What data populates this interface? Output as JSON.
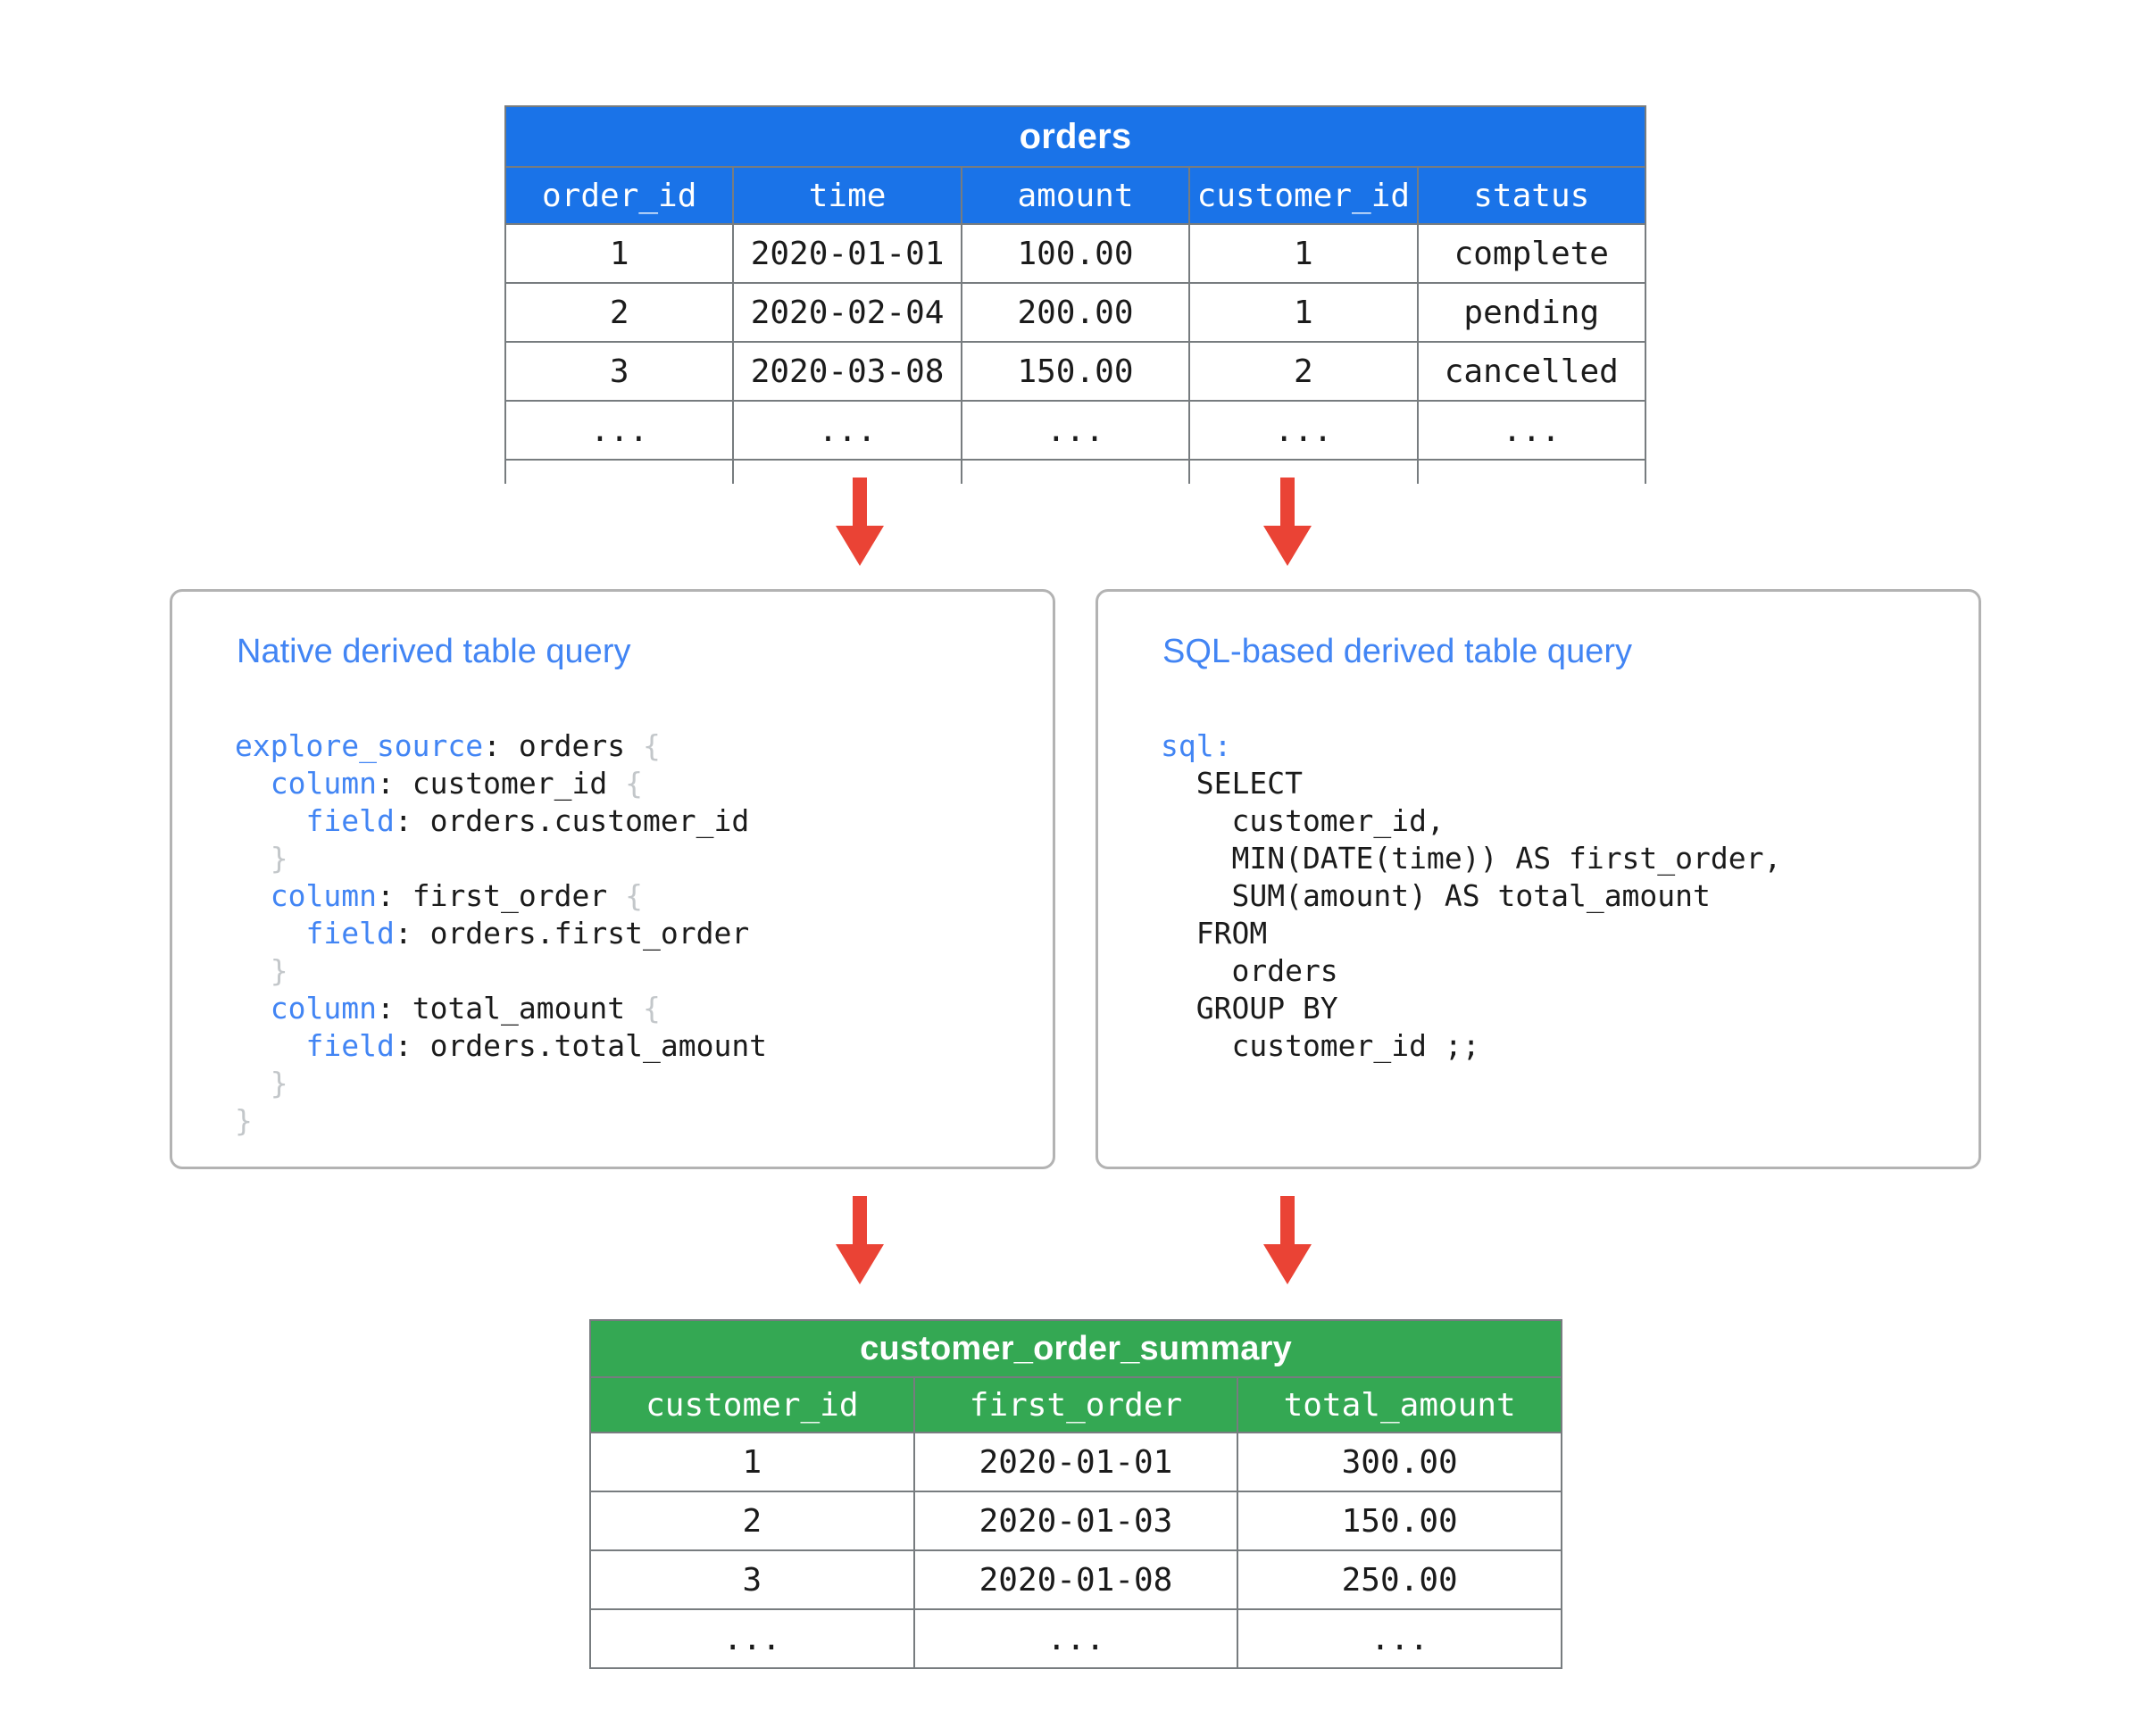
{
  "source_table": {
    "title": "orders",
    "header_color": "#1a73e8",
    "columns": [
      "order_id",
      "time",
      "amount",
      "customer_id",
      "status"
    ],
    "rows": [
      [
        "1",
        "2020-01-01",
        "100.00",
        "1",
        "complete"
      ],
      [
        "2",
        "2020-02-04",
        "200.00",
        "1",
        "pending"
      ],
      [
        "3",
        "2020-03-08",
        "150.00",
        "2",
        "cancelled"
      ],
      [
        "...",
        "...",
        "...",
        "...",
        "..."
      ]
    ]
  },
  "panels": {
    "native": {
      "title": "Native derived table query",
      "code_lines": [
        [
          {
            "t": "explore_source",
            "c": "kw"
          },
          {
            "t": ": orders ",
            "c": "pl"
          },
          {
            "t": "{",
            "c": "br"
          }
        ],
        [
          {
            "t": "  ",
            "c": "pl"
          },
          {
            "t": "column",
            "c": "kw"
          },
          {
            "t": ": customer_id ",
            "c": "pl"
          },
          {
            "t": "{",
            "c": "br"
          }
        ],
        [
          {
            "t": "    ",
            "c": "pl"
          },
          {
            "t": "field",
            "c": "kw"
          },
          {
            "t": ": orders.customer_id",
            "c": "pl"
          }
        ],
        [
          {
            "t": "  ",
            "c": "pl"
          },
          {
            "t": "}",
            "c": "br"
          }
        ],
        [
          {
            "t": "  ",
            "c": "pl"
          },
          {
            "t": "column",
            "c": "kw"
          },
          {
            "t": ": first_order ",
            "c": "pl"
          },
          {
            "t": "{",
            "c": "br"
          }
        ],
        [
          {
            "t": "    ",
            "c": "pl"
          },
          {
            "t": "field",
            "c": "kw"
          },
          {
            "t": ": orders.first_order",
            "c": "pl"
          }
        ],
        [
          {
            "t": "  ",
            "c": "pl"
          },
          {
            "t": "}",
            "c": "br"
          }
        ],
        [
          {
            "t": "  ",
            "c": "pl"
          },
          {
            "t": "column",
            "c": "kw"
          },
          {
            "t": ": total_amount ",
            "c": "pl"
          },
          {
            "t": "{",
            "c": "br"
          }
        ],
        [
          {
            "t": "    ",
            "c": "pl"
          },
          {
            "t": "field",
            "c": "kw"
          },
          {
            "t": ": orders.total_amount",
            "c": "pl"
          }
        ],
        [
          {
            "t": "  ",
            "c": "pl"
          },
          {
            "t": "}",
            "c": "br"
          }
        ],
        [
          {
            "t": "}",
            "c": "br"
          }
        ]
      ]
    },
    "sql": {
      "title": "SQL-based derived table query",
      "code_lines": [
        [
          {
            "t": "sql",
            "c": "kw"
          },
          {
            "t": ":",
            "c": "kw"
          }
        ],
        [
          {
            "t": "  SELECT",
            "c": "pl"
          }
        ],
        [
          {
            "t": "    customer_id,",
            "c": "pl"
          }
        ],
        [
          {
            "t": "    MIN(DATE(time)) AS first_order,",
            "c": "pl"
          }
        ],
        [
          {
            "t": "    SUM(amount) AS total_amount",
            "c": "pl"
          }
        ],
        [
          {
            "t": "  FROM",
            "c": "pl"
          }
        ],
        [
          {
            "t": "    orders",
            "c": "pl"
          }
        ],
        [
          {
            "t": "  GROUP BY",
            "c": "pl"
          }
        ],
        [
          {
            "t": "    customer_id ;;",
            "c": "pl"
          }
        ]
      ]
    }
  },
  "result_table": {
    "title": "customer_order_summary",
    "header_color": "#34a853",
    "columns": [
      "customer_id",
      "first_order",
      "total_amount"
    ],
    "rows": [
      [
        "1",
        "2020-01-01",
        "300.00"
      ],
      [
        "2",
        "2020-01-03",
        "150.00"
      ],
      [
        "3",
        "2020-01-08",
        "250.00"
      ],
      [
        "...",
        "...",
        "..."
      ]
    ]
  },
  "arrows": {
    "color": "#EA4335",
    "items": [
      {
        "name": "orders-to-native",
        "direction": "down"
      },
      {
        "name": "orders-to-sql",
        "direction": "down"
      },
      {
        "name": "native-to-summary",
        "direction": "down"
      },
      {
        "name": "sql-to-summary",
        "direction": "down"
      }
    ]
  }
}
